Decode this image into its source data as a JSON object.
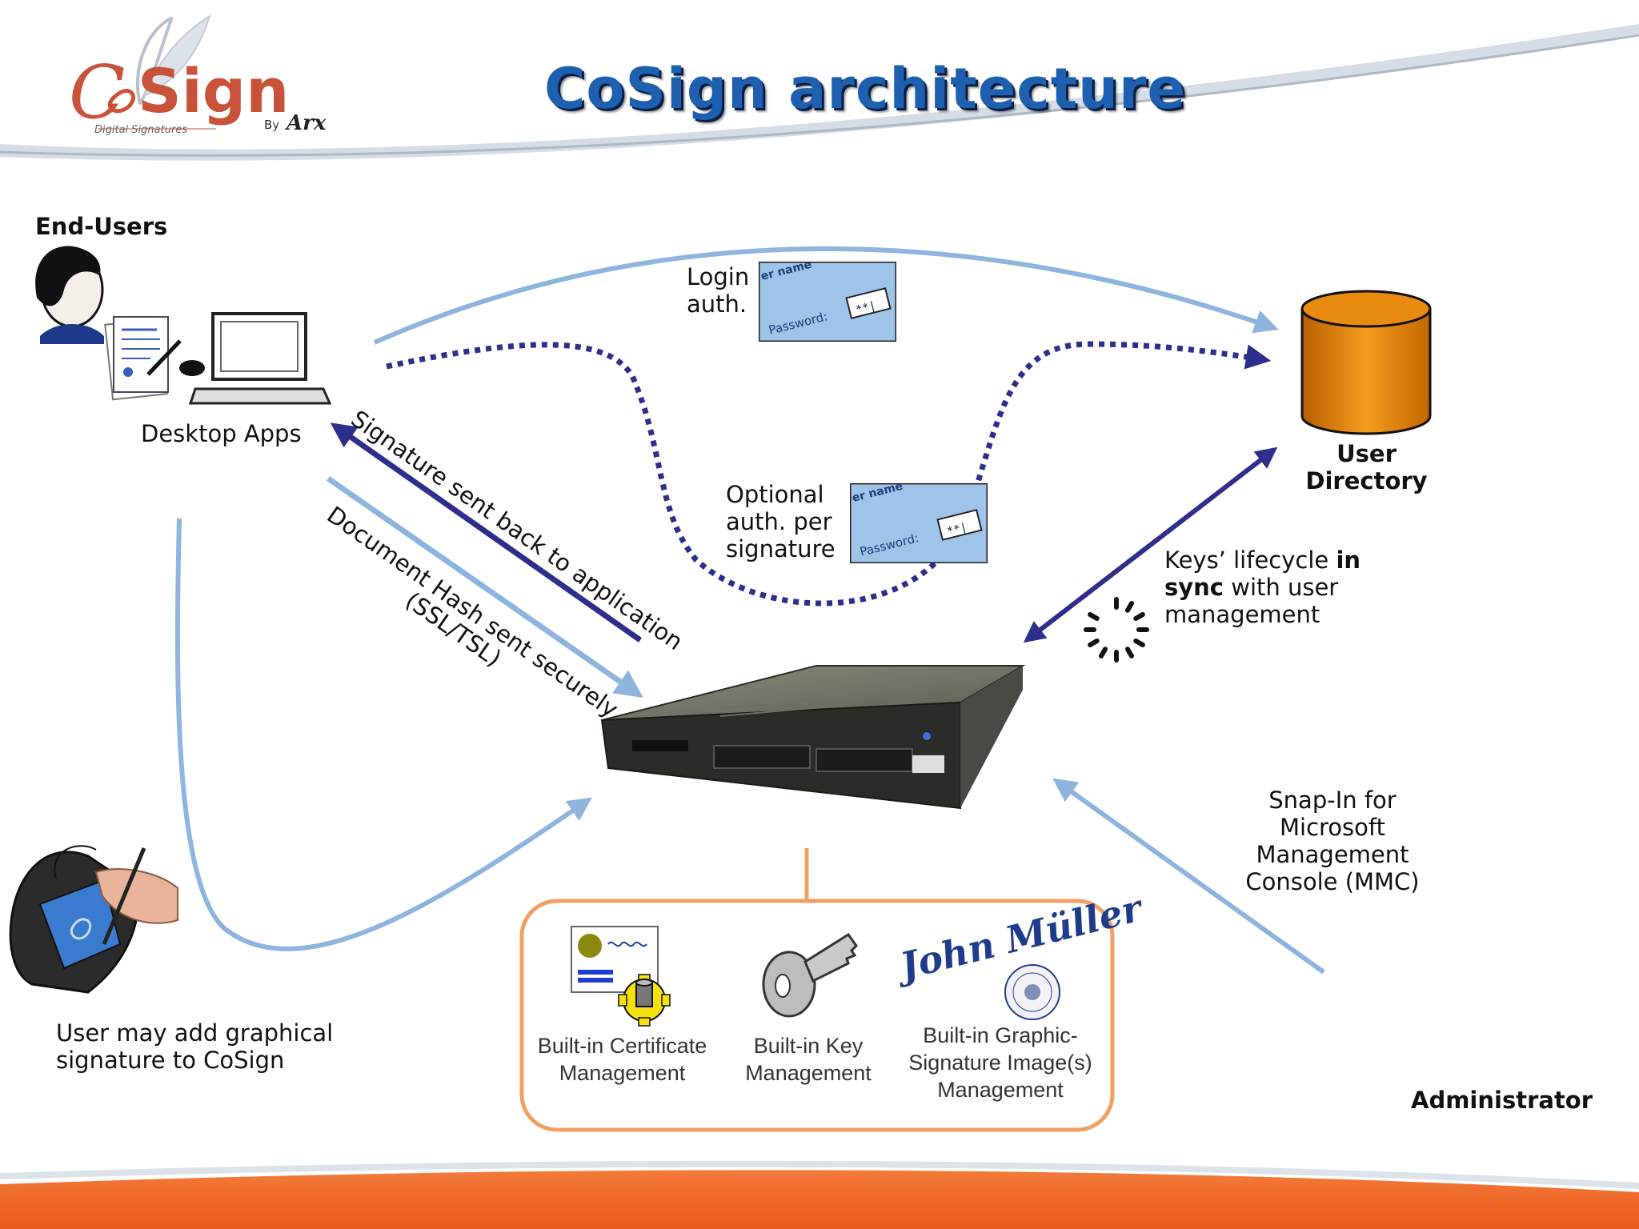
{
  "title": "CoSign architecture",
  "logo": {
    "brand": "CoSign",
    "tagline": "Digital Signatures",
    "by": "By",
    "maker": "Arx"
  },
  "labels": {
    "end_users": "End-Users",
    "desktop_apps": "Desktop Apps",
    "login_auth": [
      "Login",
      "auth."
    ],
    "optional_auth": [
      "Optional",
      "auth. per",
      "signature"
    ],
    "user_directory": [
      "User",
      "Directory"
    ],
    "keys_lifecycle": {
      "l1_pre": "Keys’ lifecycle ",
      "l1_bold": "in",
      "l2_bold": "sync",
      "l2_post": " with user",
      "l3": "management"
    },
    "signature_sent_back": "Signature sent back to application",
    "document_hash": "Document Hash sent securely",
    "ssl_tsl": "(SSL/TSL)",
    "snap_in": [
      "Snap-In for",
      "Microsoft",
      "Management",
      "Console (MMC)"
    ],
    "user_may_add": [
      "User may add graphical",
      "signature to CoSign"
    ],
    "administrator": "Administrator"
  },
  "login_graphic": {
    "field1": "er name",
    "field2": "Password:",
    "value": "**|"
  },
  "signature_sample": "John Müller",
  "components": [
    {
      "line1": "Built-in Certificate",
      "line2": "Management",
      "line3": ""
    },
    {
      "line1": "Built-in Key",
      "line2": "Management",
      "line3": ""
    },
    {
      "line1": "Built-in Graphic-",
      "line2": "Signature Image(s)",
      "line3": "Management"
    }
  ],
  "colors": {
    "title": "#1f5fb0",
    "light_arrow": "#8fb4de",
    "dark_arrow": "#2e2e8c",
    "database": "#e07b00",
    "components_border": "#f0a060",
    "footer_band": "#ef6a2c"
  }
}
